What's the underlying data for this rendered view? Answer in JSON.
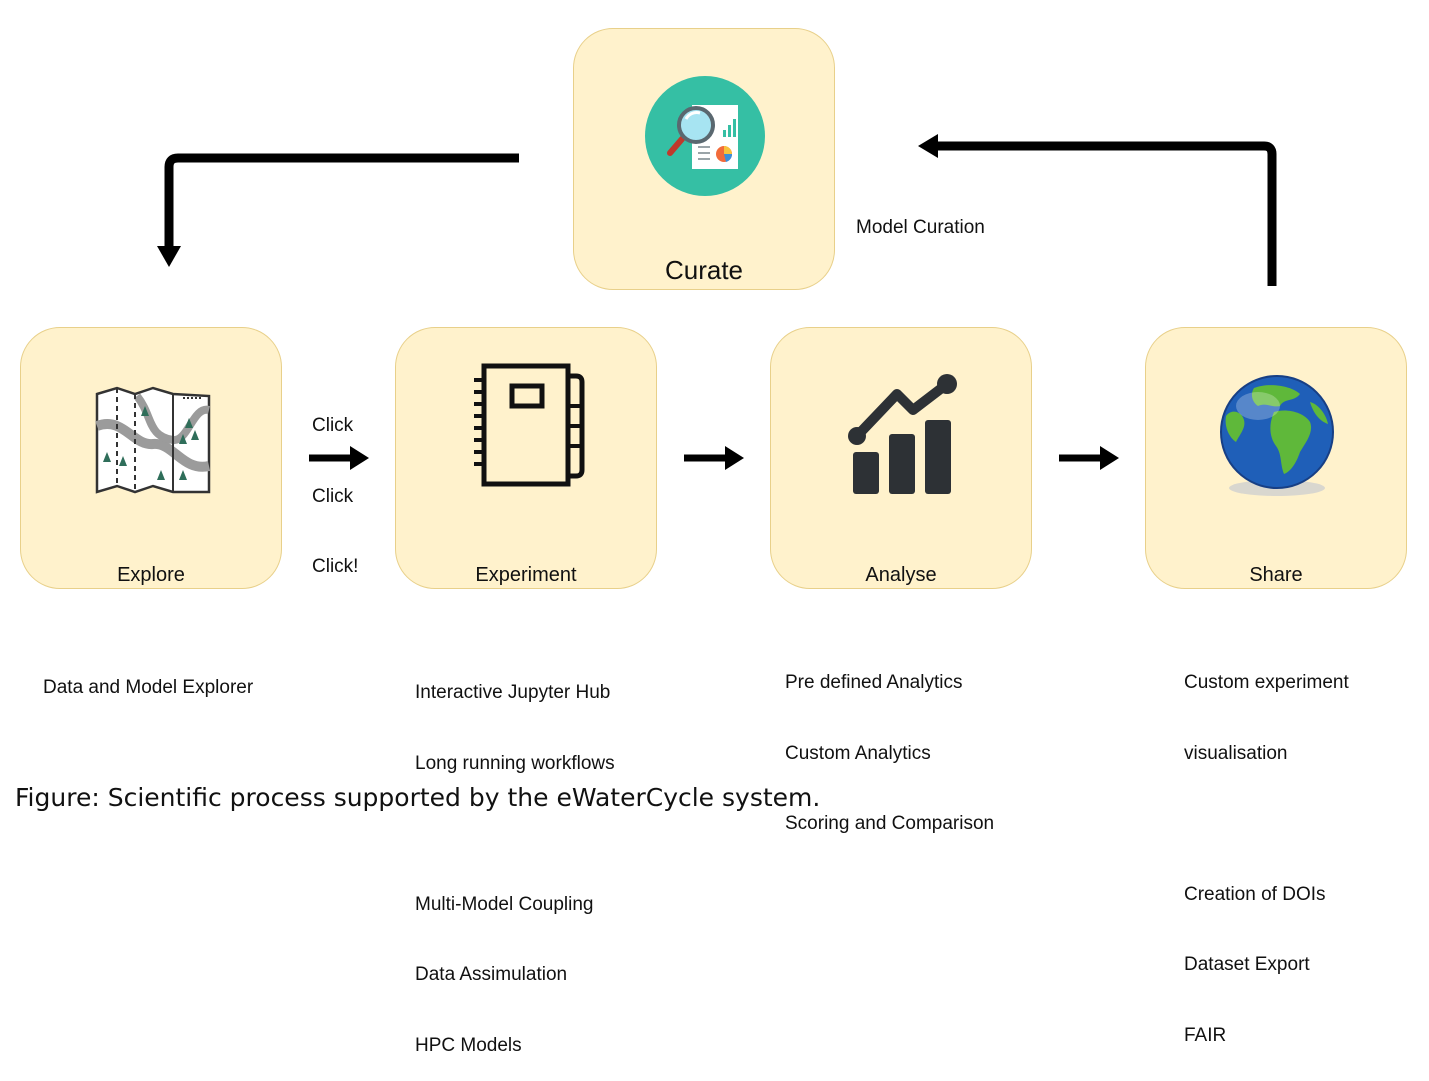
{
  "stages": {
    "curate": {
      "label": "Curate",
      "icon": "report-magnifier-icon"
    },
    "explore": {
      "label": "Explore",
      "icon": "map-icon"
    },
    "experiment": {
      "label": "Experiment",
      "icon": "notebook-icon"
    },
    "analyse": {
      "label": "Analyse",
      "icon": "growth-chart-icon"
    },
    "share": {
      "label": "Share",
      "icon": "globe-icon"
    }
  },
  "annotations": {
    "model_curation": "Model Curation",
    "click_lines": [
      "Click",
      "Click",
      "Click!"
    ]
  },
  "descriptions": {
    "explore": [
      "Data and Model Explorer"
    ],
    "experiment": [
      "Interactive Jupyter Hub",
      "Long running workflows",
      "",
      "Multi-Model Coupling",
      "Data Assimulation",
      "HPC Models"
    ],
    "analyse": [
      "Pre defined Analytics",
      "Custom Analytics",
      "Scoring and Comparison"
    ],
    "share": [
      "Custom experiment",
      "visualisation",
      "",
      "Creation of DOIs",
      "Dataset Export",
      "FAIR"
    ]
  },
  "figure_caption": "Figure: Scientific process supported by the eWaterCycle system.",
  "colors": {
    "box_fill": "#fff2cc",
    "box_border": "#e8d08a",
    "arrow": "#000000",
    "curate_icon_bg": "#35bfa4"
  }
}
